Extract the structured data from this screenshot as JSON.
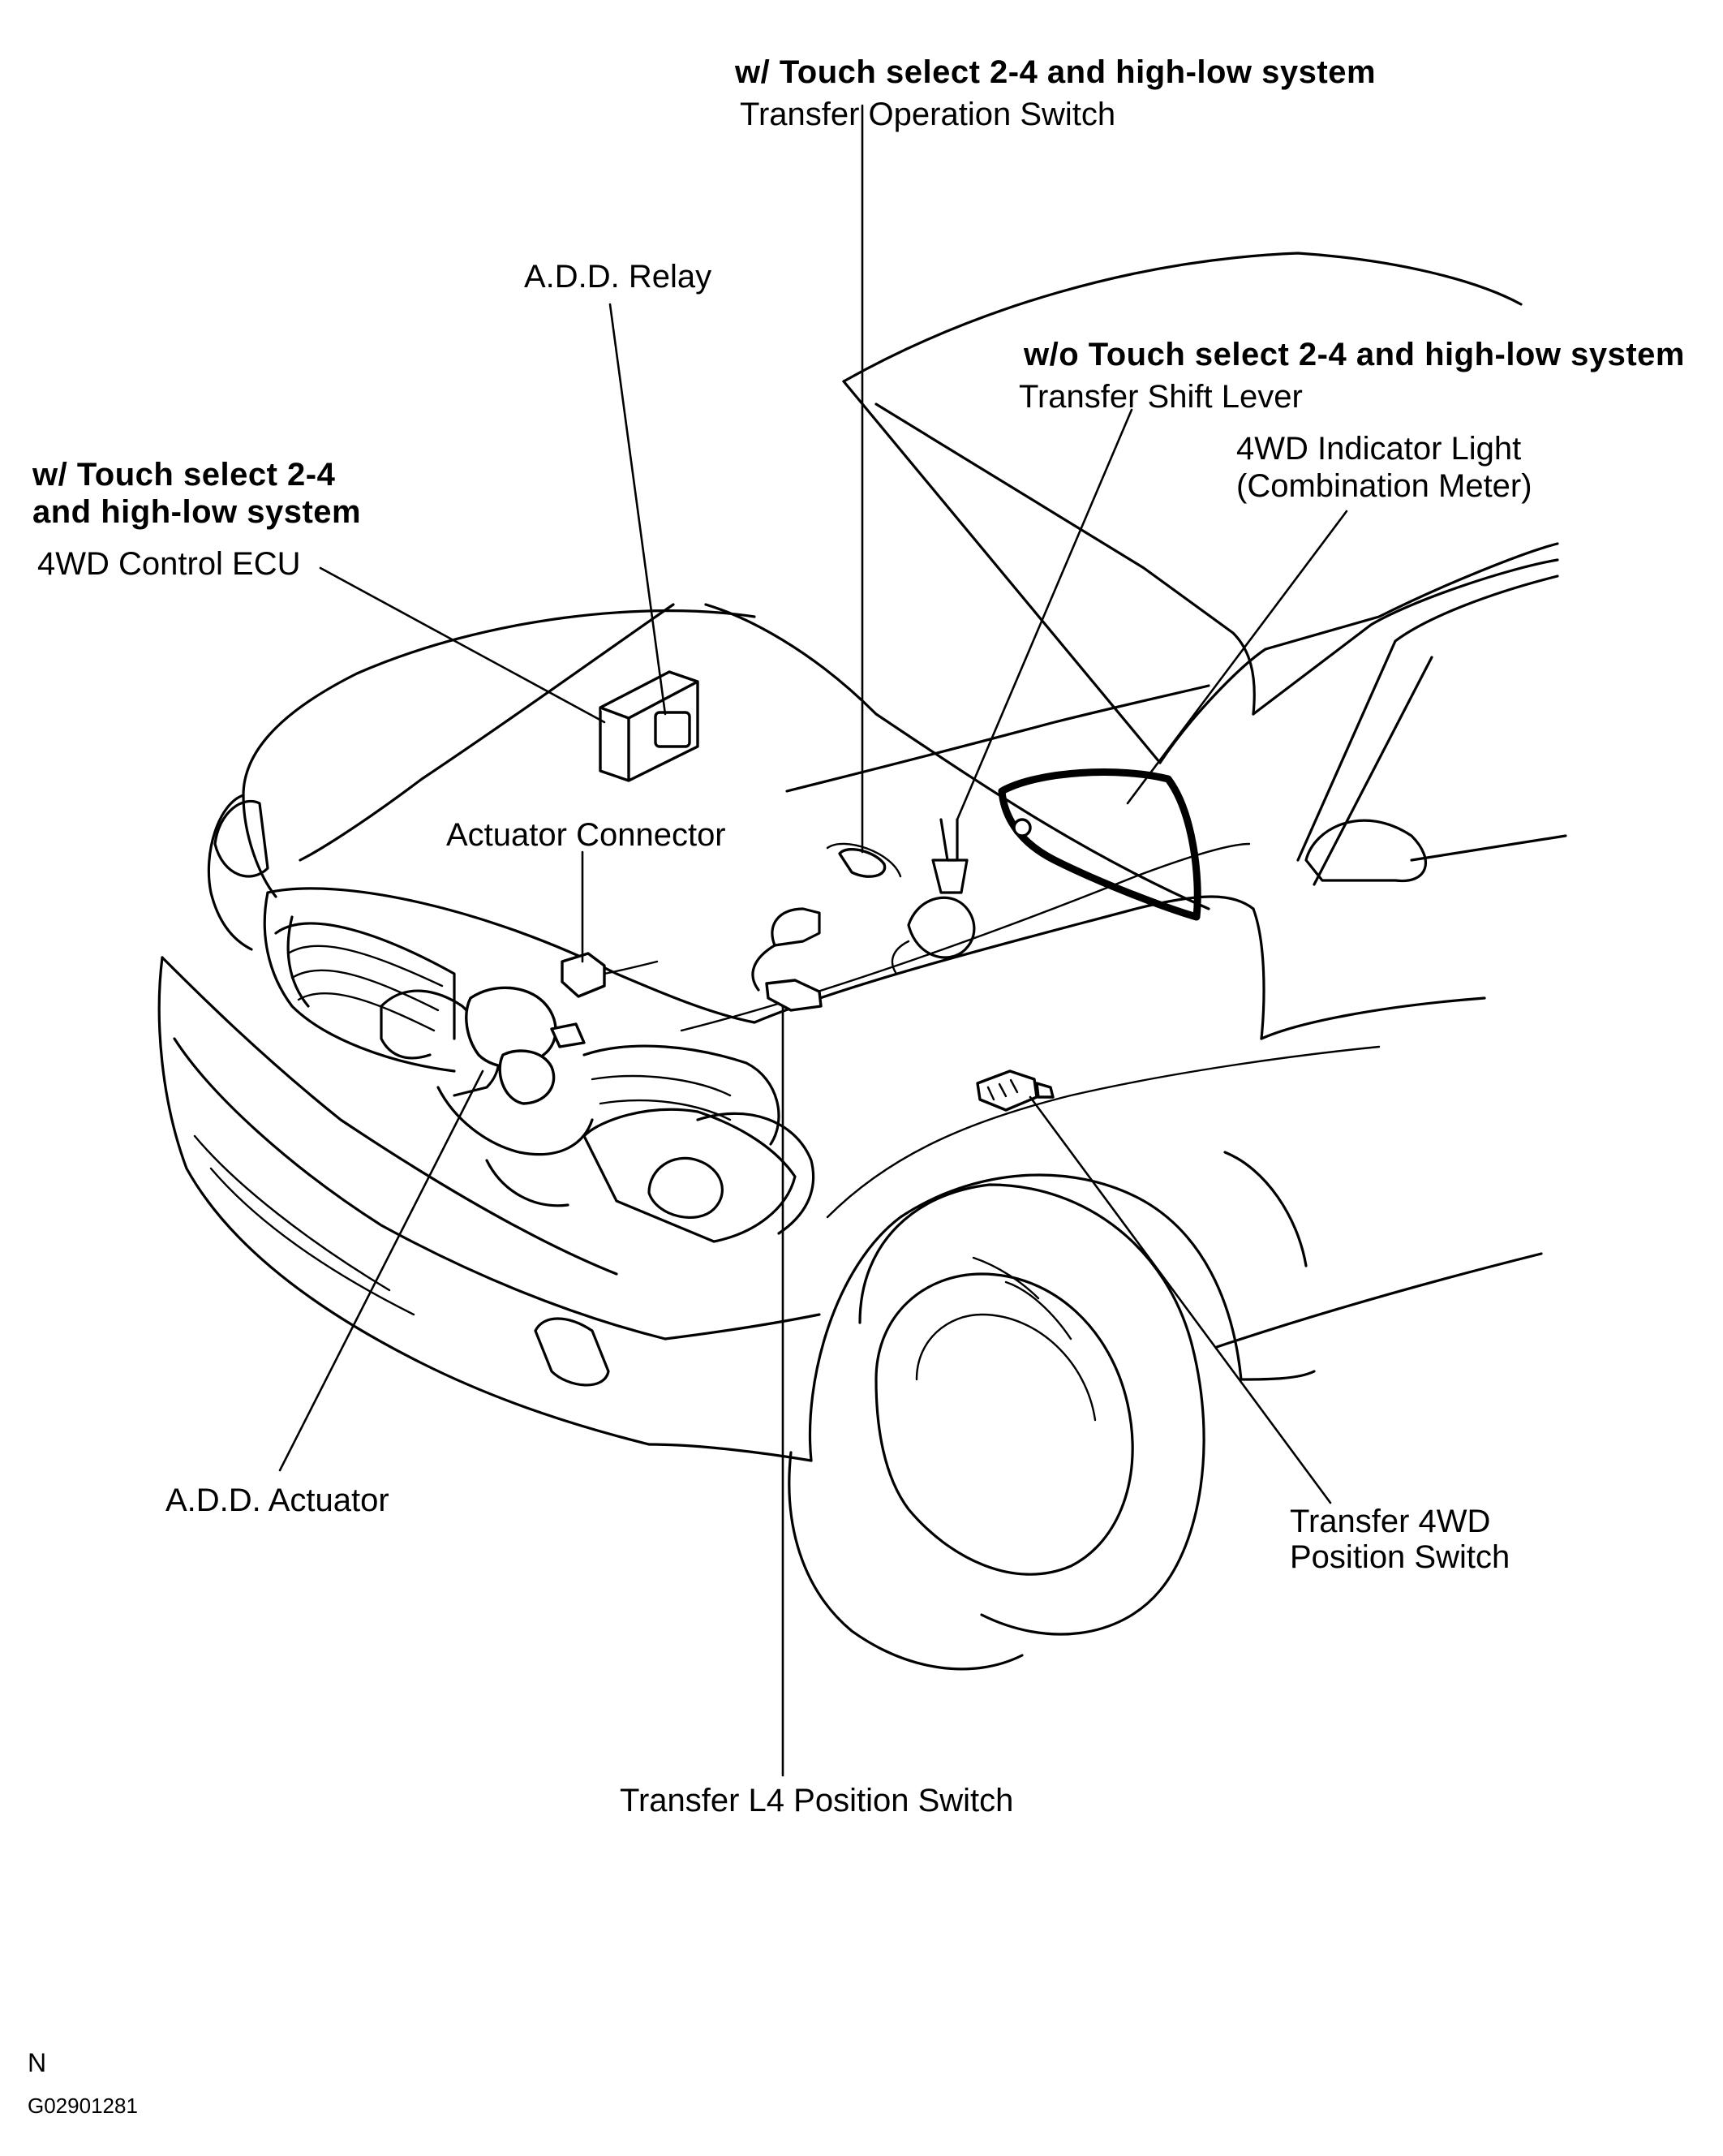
{
  "figure_code": "G02901281",
  "corner_letter": "N",
  "labels": {
    "group_top_heading": "w/ Touch select 2-4 and high-low system",
    "transfer_operation_switch": "Transfer Operation Switch",
    "add_relay": "A.D.D. Relay",
    "group_right_heading": "w/o Touch select 2-4 and high-low system",
    "transfer_shift_lever": "Transfer Shift Lever",
    "indicator_light_line1": "4WD Indicator Light",
    "indicator_light_line2": "(Combination Meter)",
    "group_left_heading_line1": "w/ Touch select 2-4",
    "group_left_heading_line2": "and high-low system",
    "control_ecu": "4WD Control ECU",
    "actuator_connector": "Actuator Connector",
    "add_actuator": "A.D.D. Actuator",
    "position_switch_4wd_line1": "Transfer 4WD",
    "position_switch_4wd_line2": "Position Switch",
    "l4_position_switch": "Transfer L4 Position Switch"
  }
}
